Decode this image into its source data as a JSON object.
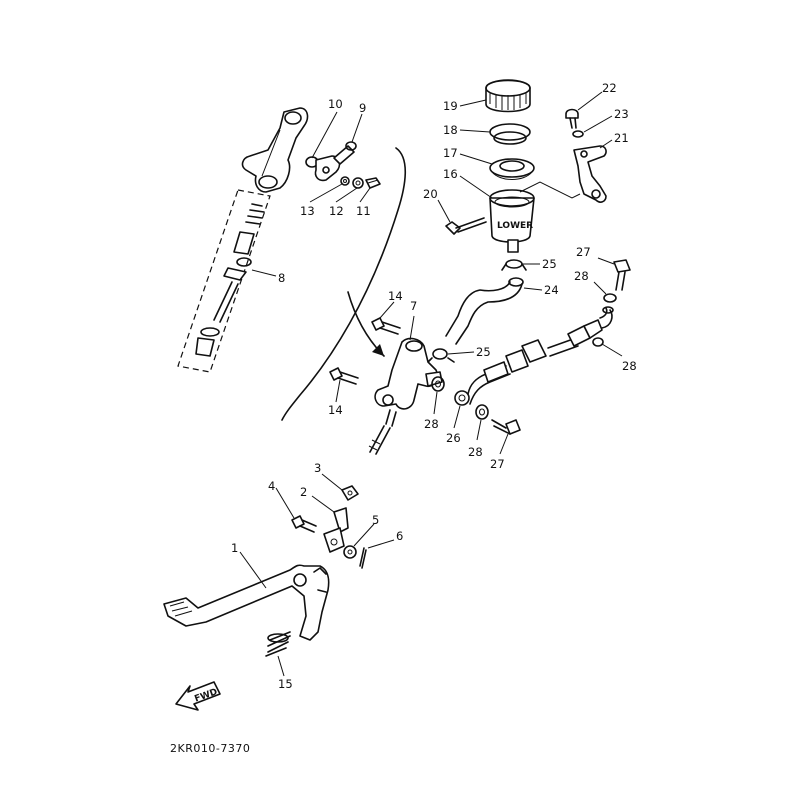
{
  "diagram": {
    "code": "2KR010-7370",
    "fwd_label": "FWD",
    "callouts": [
      "1",
      "2",
      "3",
      "4",
      "5",
      "6",
      "7",
      "8",
      "9",
      "10",
      "11",
      "12",
      "13",
      "14",
      "14",
      "15",
      "16",
      "17",
      "18",
      "19",
      "20",
      "21",
      "22",
      "23",
      "24",
      "25",
      "25",
      "26",
      "27",
      "27",
      "28",
      "28",
      "28",
      "28"
    ]
  }
}
